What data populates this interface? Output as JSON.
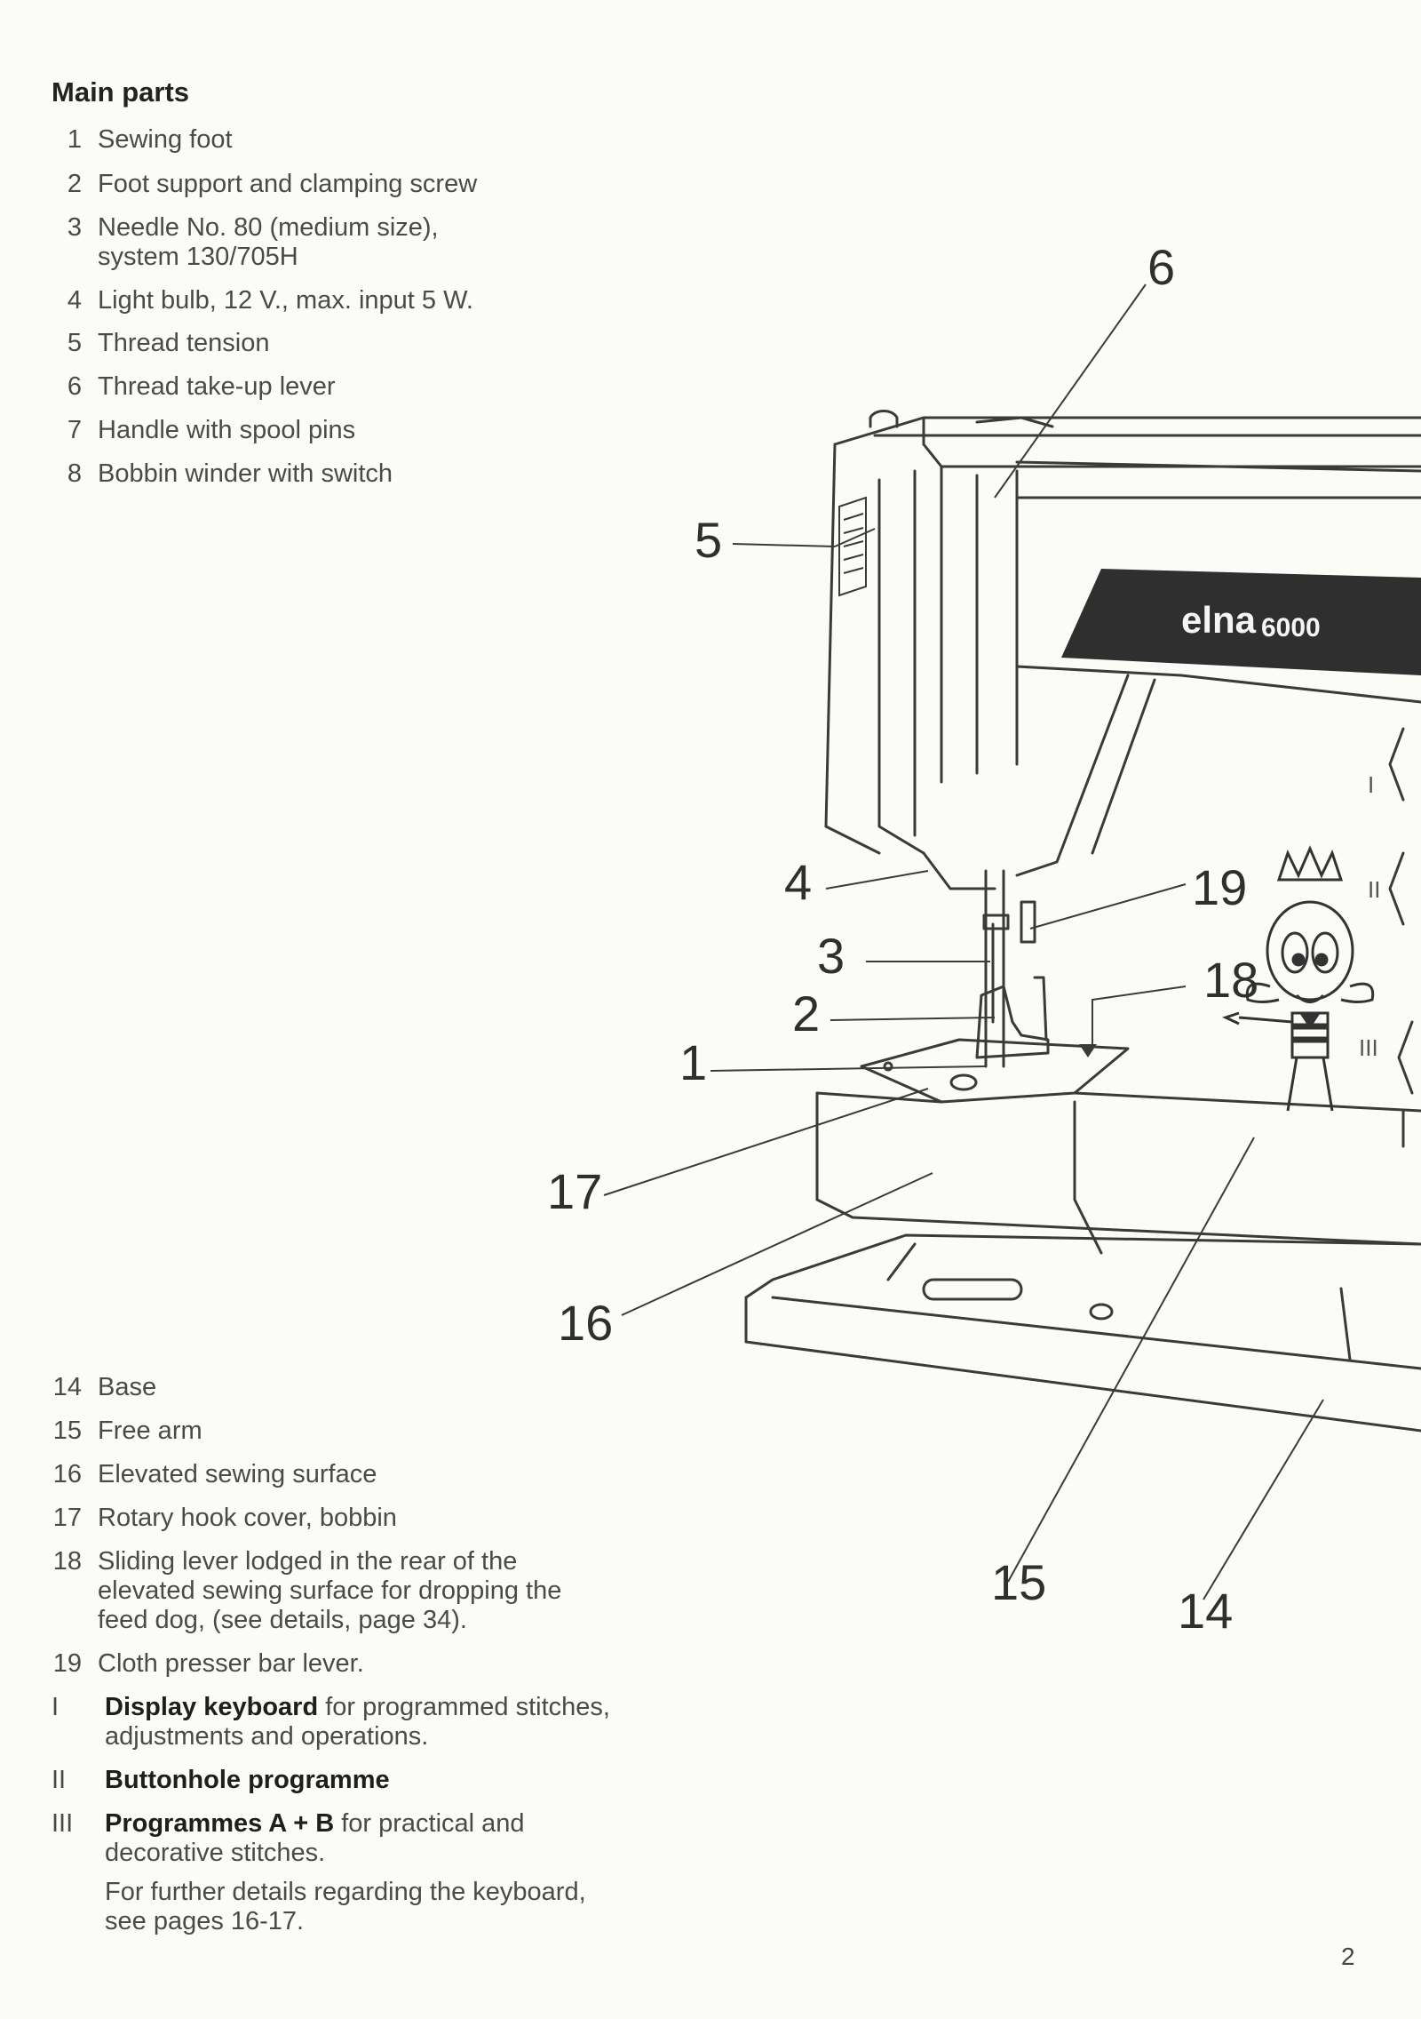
{
  "heading": "Main parts",
  "parts_top": [
    {
      "num": "1",
      "text": "Sewing foot"
    },
    {
      "num": "2",
      "text": "Foot support and clamping screw"
    },
    {
      "num": "3",
      "text": "Needle No. 80 (medium size),",
      "text2": "system 130/705H"
    },
    {
      "num": "4",
      "text": "Light bulb, 12 V., max. input 5 W."
    },
    {
      "num": "5",
      "text": "Thread tension"
    },
    {
      "num": "6",
      "text": "Thread take-up lever"
    },
    {
      "num": "7",
      "text": "Handle with spool pins"
    },
    {
      "num": "8",
      "text": "Bobbin winder with switch"
    }
  ],
  "parts_bottom": [
    {
      "num": "14",
      "text": "Base"
    },
    {
      "num": "15",
      "text": "Free arm"
    },
    {
      "num": "16",
      "text": "Elevated sewing surface"
    },
    {
      "num": "17",
      "text": "Rotary hook cover, bobbin"
    },
    {
      "num": "18",
      "text": "Sliding lever lodged in the rear of the",
      "text2": "elevated sewing surface for dropping the",
      "text3": "feed dog, (see details, page 34)."
    },
    {
      "num": "19",
      "text": "Cloth presser bar lever."
    }
  ],
  "parts_roman": [
    {
      "num": "I",
      "bold": "Display keyboard",
      "text": " for programmed stitches,",
      "text2": "adjustments and operations."
    },
    {
      "num": "II",
      "bold": "Buttonhole programme",
      "text": ""
    },
    {
      "num": "III",
      "bold": "Programmes A + B",
      "text": " for practical and",
      "text2": "decorative stitches."
    }
  ],
  "note": {
    "line1": "For further details regarding the keyboard,",
    "line2": "see pages 16-17."
  },
  "illustration": {
    "brand": "elna",
    "model": "6000",
    "callouts": [
      "6",
      "5",
      "4",
      "3",
      "2",
      "1",
      "19",
      "18",
      "17",
      "16",
      "15",
      "14"
    ],
    "panel_labels": [
      "I",
      "II",
      "III"
    ]
  },
  "page_number": "2"
}
